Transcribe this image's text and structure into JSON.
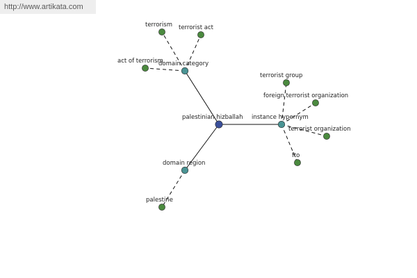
{
  "banner": {
    "url": "http://www.artikata.com"
  },
  "colors": {
    "root": "#3a4f9a",
    "relation": "#4a9494",
    "leaf": "#4b8a3f"
  },
  "graph": {
    "root": "palestinian hizballah",
    "relations": [
      {
        "id": "domain-category",
        "label": "domain category",
        "members": [
          "terrorism",
          "terrorist act",
          "act of terrorism"
        ]
      },
      {
        "id": "instance-hypernym",
        "label": "instance hypernym",
        "members": [
          "terrorist group",
          "foreign terrorist organization",
          "terrorist organization",
          "fto"
        ]
      },
      {
        "id": "domain-region",
        "label": "domain region",
        "members": [
          "palestine"
        ]
      }
    ]
  }
}
